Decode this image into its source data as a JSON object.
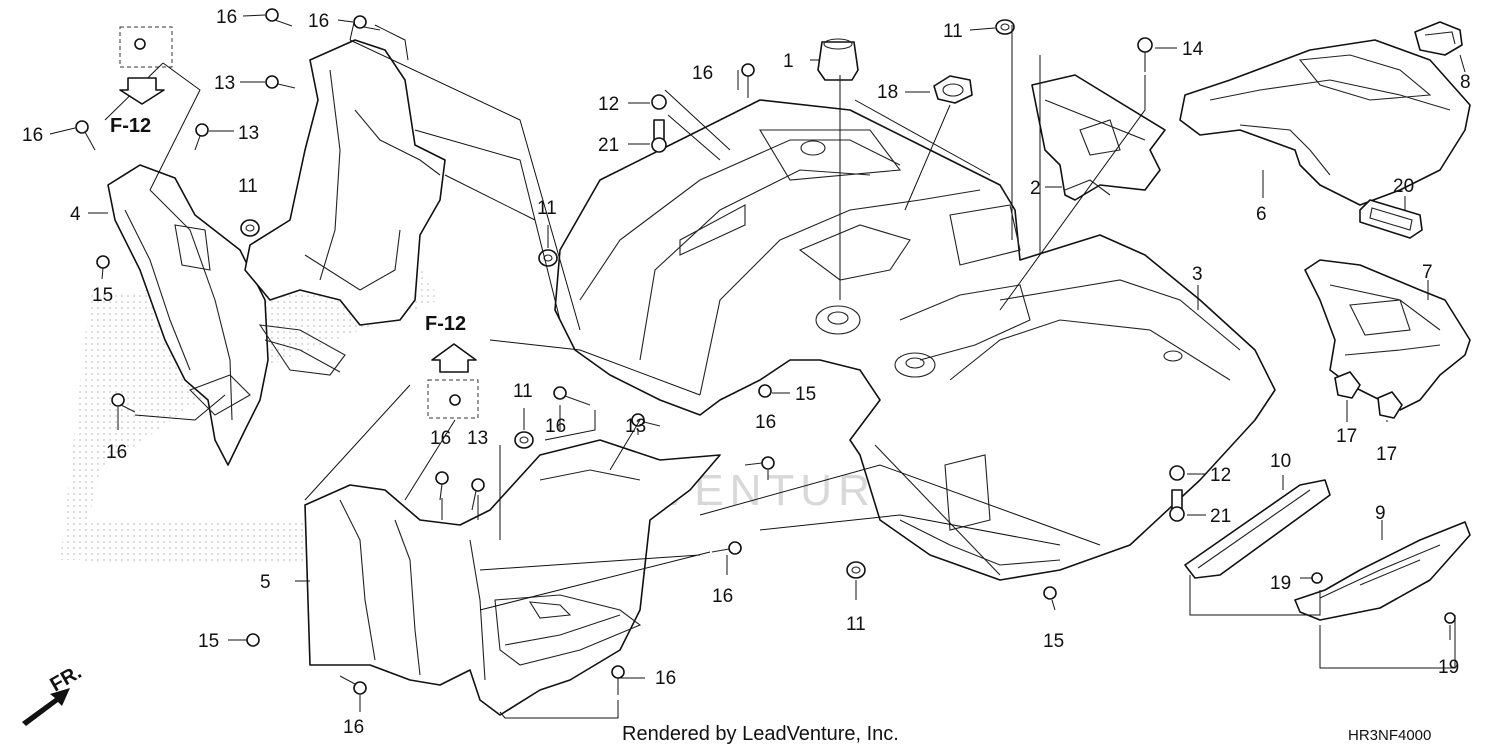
{
  "diagram": {
    "credit": "Rendered by LeadVenture, Inc.",
    "code": "HR3NF4000",
    "direction": "FR.",
    "watermark": "LEADVENTURE"
  },
  "refs": [
    "F-12",
    "F-12"
  ],
  "callouts": [
    {
      "id": "c16a",
      "n": "16"
    },
    {
      "id": "c16b",
      "n": "16"
    },
    {
      "id": "c13a",
      "n": "13"
    },
    {
      "id": "c16c",
      "n": "16"
    },
    {
      "id": "c13b",
      "n": "13"
    },
    {
      "id": "c4",
      "n": "4"
    },
    {
      "id": "c11a",
      "n": "11"
    },
    {
      "id": "c15a",
      "n": "15"
    },
    {
      "id": "c16d",
      "n": "16"
    },
    {
      "id": "c16e",
      "n": "16"
    },
    {
      "id": "c13c",
      "n": "13"
    },
    {
      "id": "c5",
      "n": "5"
    },
    {
      "id": "c15b",
      "n": "15"
    },
    {
      "id": "c16f",
      "n": "16"
    },
    {
      "id": "c11b",
      "n": "11"
    },
    {
      "id": "c16g",
      "n": "16"
    },
    {
      "id": "c13d",
      "n": "13"
    },
    {
      "id": "c16h",
      "n": "16"
    },
    {
      "id": "c16i",
      "n": "16"
    },
    {
      "id": "c16j",
      "n": "16"
    },
    {
      "id": "c1",
      "n": "1"
    },
    {
      "id": "c16k",
      "n": "16"
    },
    {
      "id": "c12a",
      "n": "12"
    },
    {
      "id": "c21a",
      "n": "21"
    },
    {
      "id": "c11c",
      "n": "11"
    },
    {
      "id": "c15c",
      "n": "15"
    },
    {
      "id": "c18",
      "n": "18"
    },
    {
      "id": "c11d",
      "n": "11"
    },
    {
      "id": "c14",
      "n": "14"
    },
    {
      "id": "c2",
      "n": "2"
    },
    {
      "id": "c3",
      "n": "3"
    },
    {
      "id": "c11e",
      "n": "11"
    },
    {
      "id": "c15d",
      "n": "15"
    },
    {
      "id": "c12b",
      "n": "12"
    },
    {
      "id": "c21b",
      "n": "21"
    },
    {
      "id": "c10",
      "n": "10"
    },
    {
      "id": "c9",
      "n": "9"
    },
    {
      "id": "c19a",
      "n": "19"
    },
    {
      "id": "c19b",
      "n": "19"
    },
    {
      "id": "c8",
      "n": "8"
    },
    {
      "id": "c6",
      "n": "6"
    },
    {
      "id": "c20",
      "n": "20"
    },
    {
      "id": "c7",
      "n": "7"
    },
    {
      "id": "c17a",
      "n": "17"
    },
    {
      "id": "c17b",
      "n": "17"
    }
  ]
}
